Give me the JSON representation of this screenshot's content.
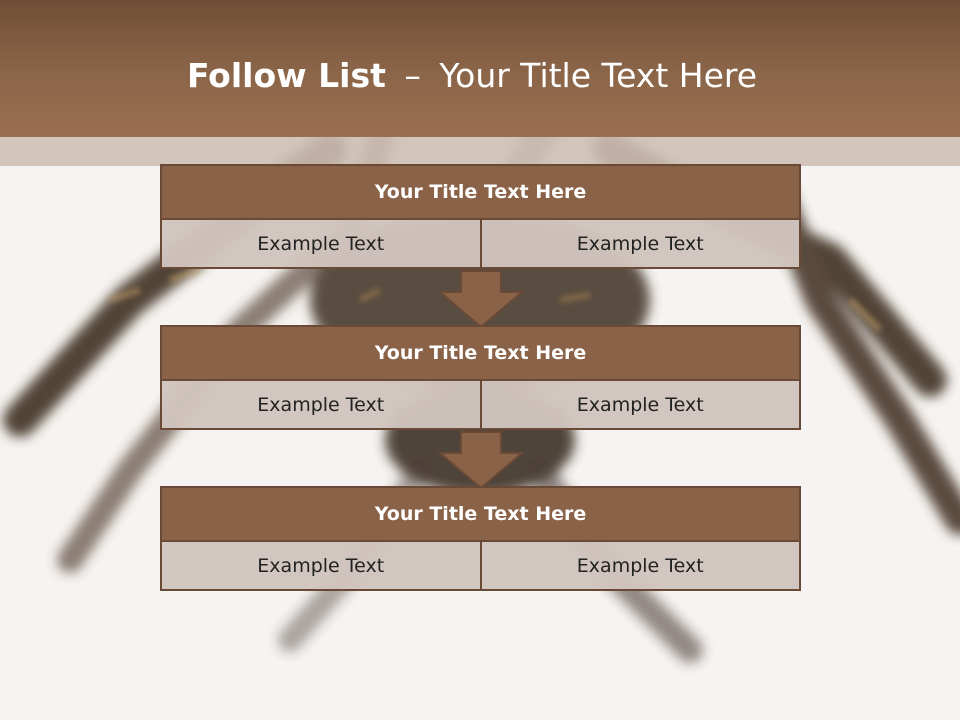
{
  "slide": {
    "title_bold": "Follow List",
    "title_sep": "–",
    "title_rest": "Your Title Text Here"
  },
  "blocks": [
    {
      "title": "Your Title Text Here",
      "left": "Example Text",
      "right": "Example Text"
    },
    {
      "title": "Your Title Text Here",
      "left": "Example Text",
      "right": "Example Text"
    },
    {
      "title": "Your Title Text Here",
      "left": "Example Text",
      "right": "Example Text"
    }
  ],
  "colors": {
    "header": "#8c6649",
    "block_title": "#8a6248",
    "cell": "#d1c4be",
    "arrow": "#8a6248"
  },
  "icons": [
    "down-arrow-icon"
  ]
}
